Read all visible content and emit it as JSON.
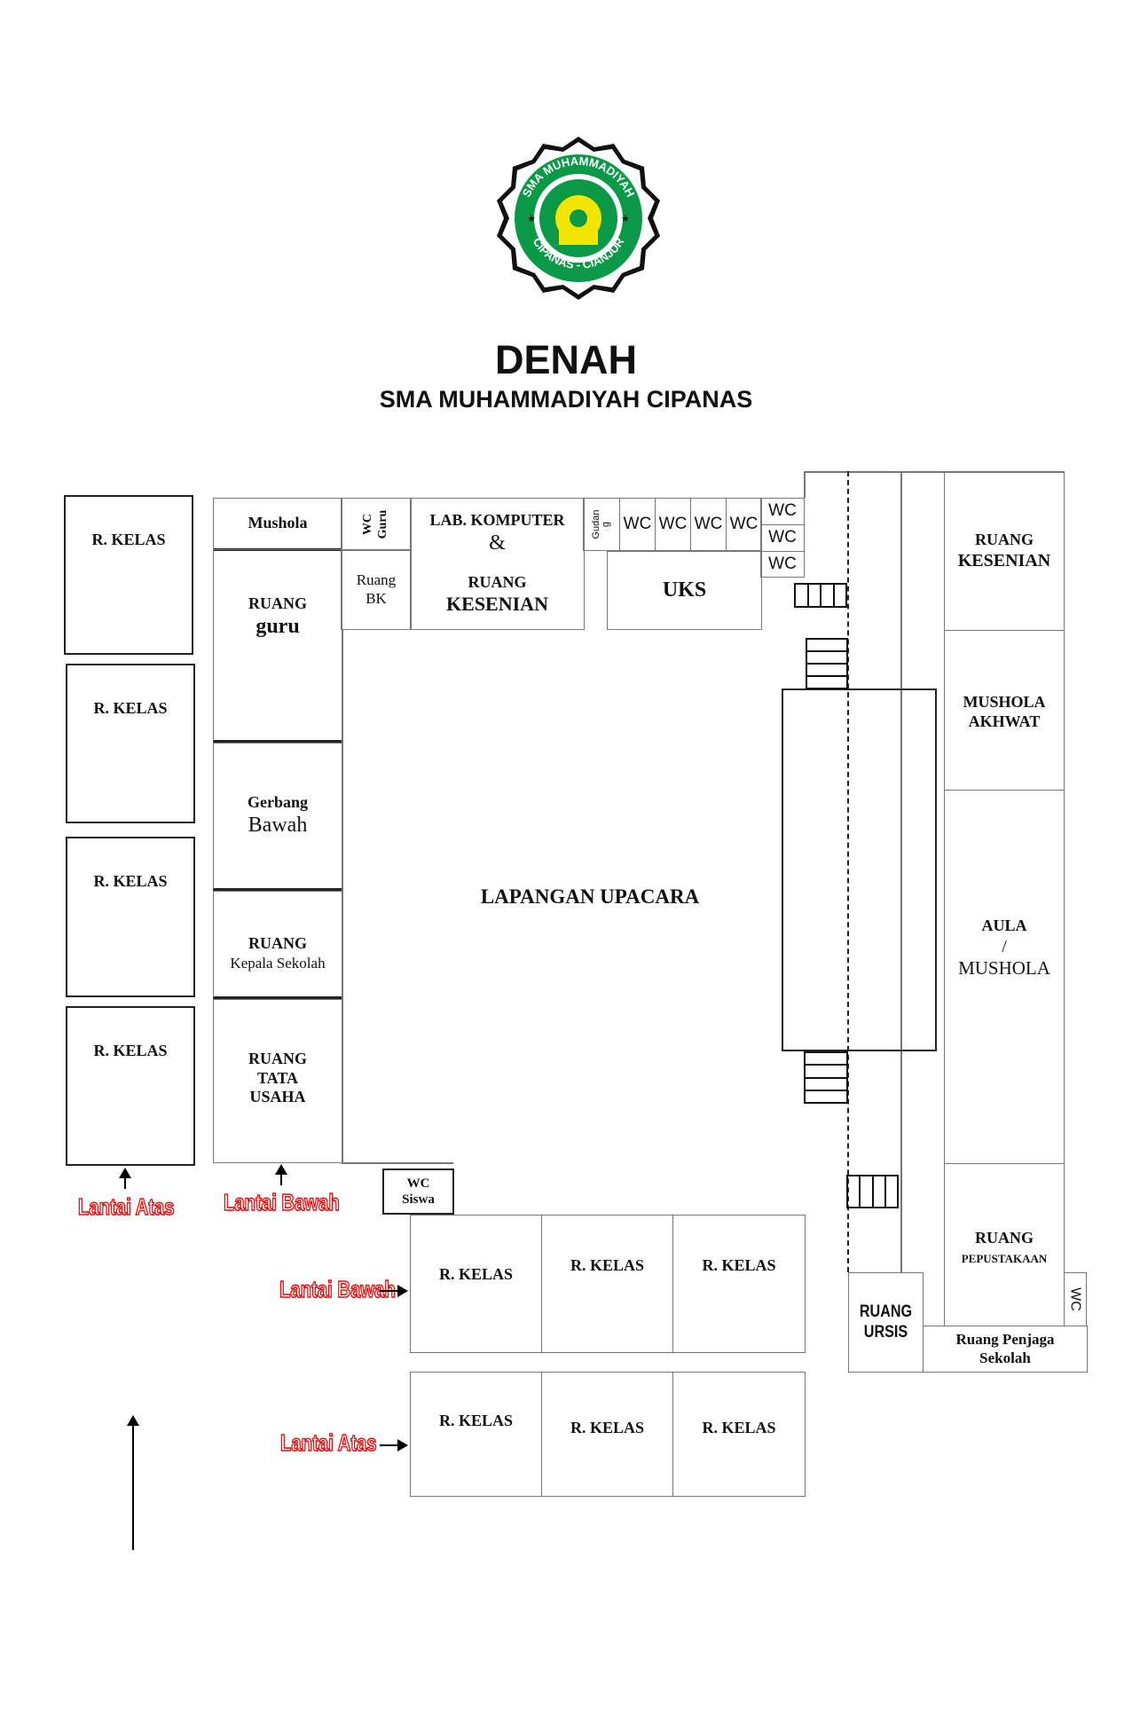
{
  "logo": {
    "text_top": "SMA MUHAMMADIYAH",
    "text_bottom": "CIPANAS - CIANJUR",
    "green": "#0a9a47",
    "yellow": "#f2e600"
  },
  "header": {
    "title": "DENAH",
    "subtitle": "SMA MUHAMMADIYAH CIPANAS"
  },
  "left_rooms": [
    "R. KELAS",
    "R. KELAS",
    "R. KELAS",
    "R. KELAS"
  ],
  "mid_column": {
    "mushola": "Mushola",
    "guru_1": "RUANG",
    "guru_2": "guru",
    "gerbang_1": "Gerbang",
    "gerbang_2": "Bawah",
    "kepsek_1": "RUANG",
    "kepsek_2": "Kepala Sekolah",
    "tu_1": "RUANG",
    "tu_2": "TATA",
    "tu_3": "USAHA"
  },
  "top_row": {
    "wc_guru_1": "WC",
    "wc_guru_2": "Guru",
    "bk_1": "Ruang",
    "bk_2": "BK",
    "lab_1": "LAB. KOMPUTER",
    "lab_amp": "&",
    "lab_2": "RUANG",
    "lab_3": "KESENIAN",
    "gudang_1": "Gudan",
    "gudang_2": "g",
    "wc": [
      "WC",
      "WC",
      "WC",
      "WC"
    ],
    "wc_stack": [
      "WC",
      "WC",
      "WC"
    ],
    "uks": "UKS"
  },
  "field": "LAPANGAN UPACARA",
  "right_rooms": {
    "kesenian_1": "RUANG",
    "kesenian_2": "KESENIAN",
    "mushola_1": "MUSHOLA",
    "mushola_2": "AKHWAT",
    "aula_1": "AULA",
    "aula_2": "/",
    "aula_3": "MUSHOLA",
    "pustaka_1": "RUANG",
    "pustaka_2": "PEPUSTAKAAN",
    "wc": "WC",
    "penjaga_1": "Ruang Penjaga",
    "penjaga_2": "Sekolah",
    "ursis_1": "RUANG",
    "ursis_2": "URSIS"
  },
  "wc_siswa_1": "WC",
  "wc_siswa_2": "Siswa",
  "bottom_row1": [
    "R. KELAS",
    "R. KELAS",
    "R. KELAS"
  ],
  "bottom_row2": [
    "R. KELAS",
    "R. KELAS",
    "R. KELAS"
  ],
  "floor_labels": {
    "left_atas": "Lantai Atas",
    "mid_bawah": "Lantai Bawah",
    "row1": "Lantai Bawah",
    "row2": "Lantai Atas"
  }
}
